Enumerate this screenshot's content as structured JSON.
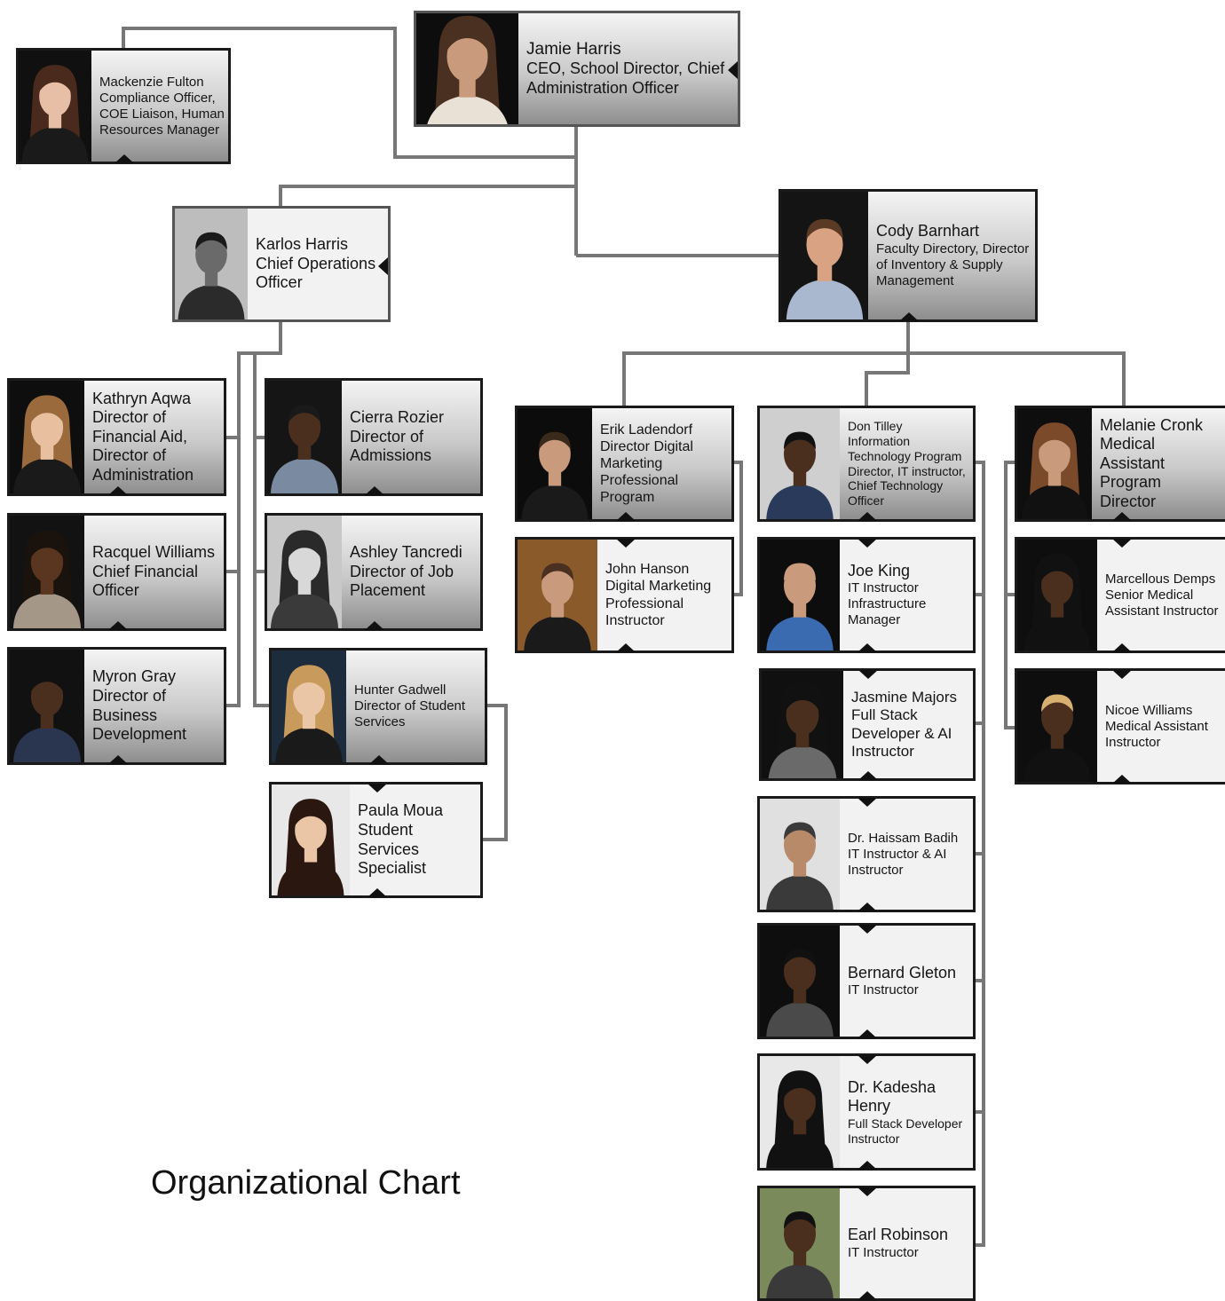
{
  "title": "Organizational Chart",
  "people": [
    {
      "id": "jamie",
      "name": "Jamie Harris",
      "role": "CEO, School Director, Chief Administration Officer",
      "skin": "#c99a7c",
      "hair": "#4a3020",
      "shirt": "#e9e1d6",
      "bg": "#0d0d0d"
    },
    {
      "id": "mackenzie",
      "name": "Mackenzie Fulton Compliance Officer, COE Liaison, Human Resources Manager",
      "role": "",
      "skin": "#e6bfa6",
      "hair": "#4a2a1c",
      "shirt": "#1a1a1a",
      "bg": "#101010"
    },
    {
      "id": "karlos",
      "name": "Karlos Harris",
      "role": "Chief Operations Officer",
      "skin": "#6a6a6a",
      "hair": "#1a1a1a",
      "shirt": "#2b2b2b",
      "bg": "#bdbdbd"
    },
    {
      "id": "cody",
      "name": "Cody Barnhart",
      "role": "Faculty Directory, Director of Inventory & Supply Management",
      "skin": "#d9a383",
      "hair": "#5a3a24",
      "shirt": "#a9b8cf",
      "bg": "#141414"
    },
    {
      "id": "kathryn",
      "name": "Kathryn Aqwa",
      "role": "Director of Financial Aid, Director of Administration",
      "skin": "#e8c0a0",
      "hair": "#9a6a3c",
      "shirt": "#1a1a1a",
      "bg": "#0e0e0e"
    },
    {
      "id": "racquel",
      "name": "Racquel Williams",
      "role": "Chief Financial Officer",
      "skin": "#5a3620",
      "hair": "#1a120c",
      "shirt": "#a59788",
      "bg": "#121212"
    },
    {
      "id": "myron",
      "name": "Myron Gray",
      "role": "Director of Business Development",
      "skin": "#4a2e1e",
      "hair": "#111111",
      "shirt": "#2a3550",
      "bg": "#111111"
    },
    {
      "id": "cierra",
      "name": "Cierra Rozier",
      "role": "Director of Admissions",
      "skin": "#4a2e1e",
      "hair": "#1a1a1a",
      "shirt": "#7a8aa0",
      "bg": "#151515"
    },
    {
      "id": "ashley",
      "name": "Ashley Tancredi",
      "role": "Director of Job Placement",
      "skin": "#d8d8d8",
      "hair": "#2a2a2a",
      "shirt": "#3a3a3a",
      "bg": "#c8c8c8"
    },
    {
      "id": "hunter",
      "name": "Hunter Gadwell",
      "role": "Director of Student Services",
      "skin": "#eac5a6",
      "hair": "#c89a5c",
      "shirt": "#1a1a1a",
      "bg": "#1c2c3c"
    },
    {
      "id": "paula",
      "name": "Paula Moua",
      "role": "Student Services Specialist",
      "skin": "#eac5a6",
      "hair": "#2a1810",
      "shirt": "#2a1810",
      "bg": "#e8e8e8"
    },
    {
      "id": "erik",
      "name": "Erik Ladendorf",
      "role": "Director Digital Marketing Professional Program",
      "skin": "#c99a7c",
      "hair": "#3a2a1c",
      "shirt": "#1a1a1a",
      "bg": "#0c0c0c"
    },
    {
      "id": "john",
      "name": "John Hanson",
      "role": "Digital Marketing Professional Instructor",
      "skin": "#c99a7c",
      "hair": "#4a3020",
      "shirt": "#1a1a1a",
      "bg": "#8a5a2a"
    },
    {
      "id": "don",
      "name": "Don Tilley",
      "role": "Information Technology Program Director, IT instructor, Chief Technology Officer",
      "skin": "#4a2e1e",
      "hair": "#111111",
      "shirt": "#2a3a5a",
      "bg": "#cfcfcf"
    },
    {
      "id": "joe",
      "name": "Joe King",
      "role": "IT Instructor Infrastructure Manager",
      "skin": "#c99a7c",
      "hair": "#c99a7c",
      "shirt": "#3a6ab0",
      "bg": "#0d0d0d"
    },
    {
      "id": "jasmine",
      "name": "Jasmine Majors",
      "role": "Full Stack Developer & AI Instructor",
      "skin": "#4a2e1e",
      "hair": "#111111",
      "shirt": "#6a6a6a",
      "bg": "#101010"
    },
    {
      "id": "haissam",
      "name": "Dr. Haissam Badih",
      "role": "IT Instructor & AI Instructor",
      "skin": "#b88a6a",
      "hair": "#3a3a3a",
      "shirt": "#3a3a3a",
      "bg": "#e0e0e0"
    },
    {
      "id": "bernard",
      "name": "Bernard Gleton",
      "role": "IT Instructor",
      "skin": "#4a2e1e",
      "hair": "#111111",
      "shirt": "#4a4a4a",
      "bg": "#0e0e0e"
    },
    {
      "id": "kadesha",
      "name": "Dr. Kadesha Henry",
      "role": "Full Stack Developer Instructor",
      "skin": "#4a2e1e",
      "hair": "#111111",
      "shirt": "#111111",
      "bg": "#e8e8e8"
    },
    {
      "id": "earl",
      "name": "Earl Robinson",
      "role": "IT Instructor",
      "skin": "#4a2e1e",
      "hair": "#111111",
      "shirt": "#3a3a3a",
      "bg": "#7a8a5a"
    },
    {
      "id": "melanie",
      "name": "Melanie Cronk",
      "role": "Medical Assistant Program Director",
      "skin": "#c99a7c",
      "hair": "#7a4a2a",
      "shirt": "#111111",
      "bg": "#0e0e0e"
    },
    {
      "id": "marcellous",
      "name": "Marcellous Demps",
      "role": "Senior Medical Assistant Instructor",
      "skin": "#4a2e1e",
      "hair": "#111111",
      "shirt": "#111111",
      "bg": "#0e0e0e"
    },
    {
      "id": "nicoe",
      "name": "Nicoe Williams",
      "role": "Medical Assistant Instructor",
      "skin": "#4a2e1e",
      "hair": "#d8b070",
      "shirt": "#111111",
      "bg": "#0e0e0e"
    }
  ]
}
